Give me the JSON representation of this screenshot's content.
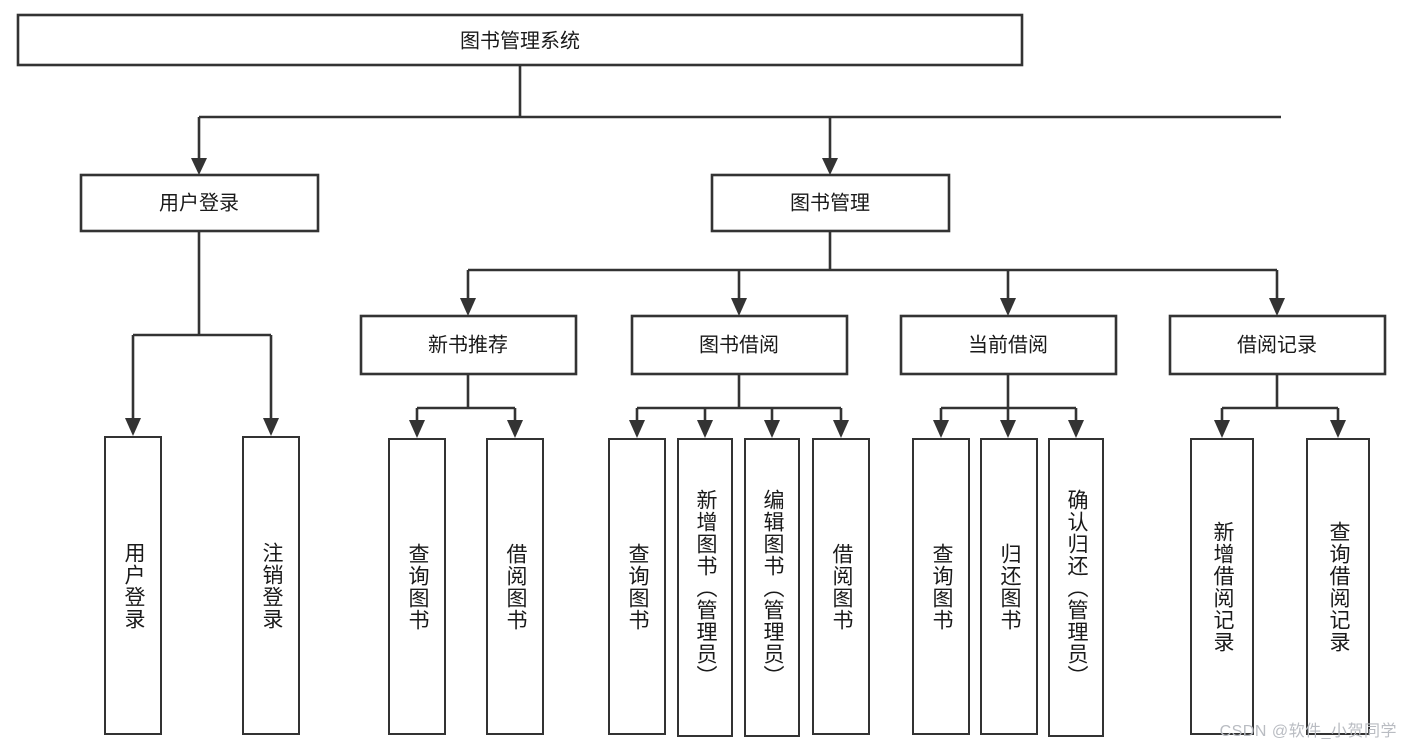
{
  "diagram": {
    "title": "图书管理系统",
    "type": "tree-hierarchy-chart",
    "root": {
      "label": "图书管理系统"
    },
    "level2": [
      {
        "label": "用户登录"
      },
      {
        "label": "图书管理"
      }
    ],
    "level3": [
      {
        "label": "新书推荐"
      },
      {
        "label": "图书借阅"
      },
      {
        "label": "当前借阅"
      },
      {
        "label": "借阅记录"
      }
    ],
    "leaves": {
      "user_login": [
        {
          "label": "用户登录"
        },
        {
          "label": "注销登录"
        }
      ],
      "new_book_recommend": [
        {
          "label": "查询图书"
        },
        {
          "label": "借阅图书"
        }
      ],
      "book_borrow": [
        {
          "label": "查询图书"
        },
        {
          "label": "新增图书（管理员）"
        },
        {
          "label": "编辑图书（管理员）"
        },
        {
          "label": "借阅图书"
        }
      ],
      "current_borrow": [
        {
          "label": "查询图书"
        },
        {
          "label": "归还图书"
        },
        {
          "label": "确认归还（管理员）"
        }
      ],
      "borrow_record": [
        {
          "label": "新增借阅记录"
        },
        {
          "label": "查询借阅记录"
        }
      ]
    }
  },
  "watermark": {
    "text": "CSDN @软件_小贺同学"
  },
  "colors": {
    "stroke": "#333333",
    "fill": "#ffffff",
    "text": "#1a1a1a",
    "watermark": "#b9bcc2"
  }
}
